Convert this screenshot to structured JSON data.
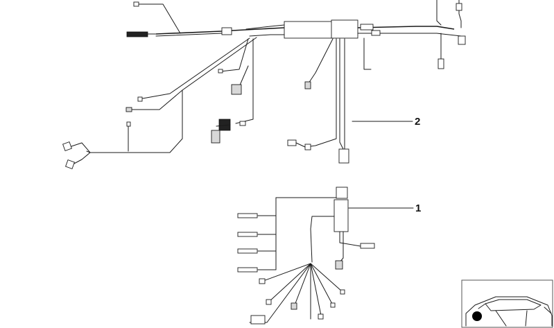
{
  "callouts": [
    {
      "id": "part-2",
      "label": "2"
    },
    {
      "id": "part-1",
      "label": "1"
    }
  ],
  "inset": {
    "marker_color": "#000000"
  }
}
